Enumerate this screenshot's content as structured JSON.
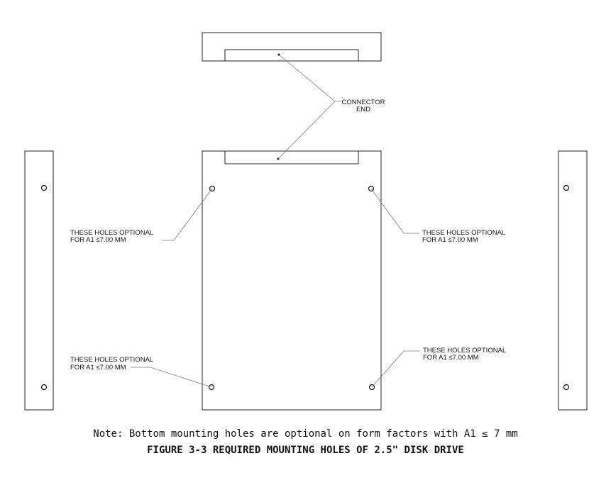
{
  "labels": {
    "connector_line1": "CONNECTOR",
    "connector_line2": "END",
    "holes_optional_line1": "THESE HOLES OPTIONAL",
    "holes_optional_line2": "FOR A1 ≤7.00 MM"
  },
  "note": "Note: Bottom mounting holes are optional on form factors with A1 ≤ 7 mm",
  "caption": "FIGURE 3-3 REQUIRED MOUNTING HOLES OF 2.5\" DISK DRIVE"
}
